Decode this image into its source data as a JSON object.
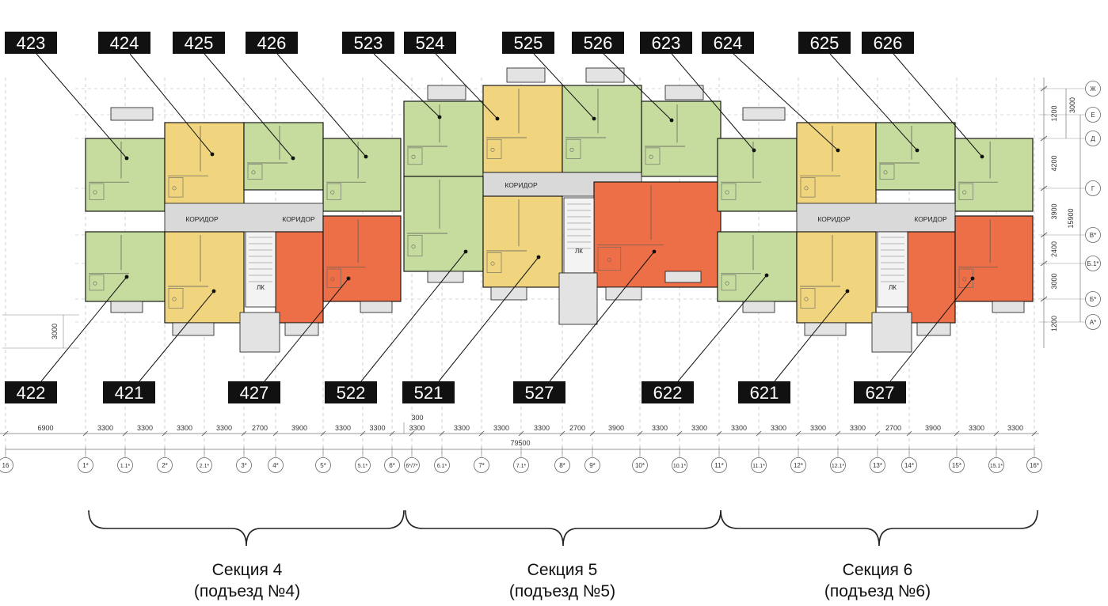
{
  "colors": {
    "studio": "#c5dc9e",
    "one_room": "#f0d57e",
    "two_room": "#ed6f47",
    "corridor": "#d9d9d9",
    "wall": "#1a1a1a",
    "balcony": "#e3e3e3",
    "grid": "#b5b5b5",
    "label_bg": "#111111",
    "label_text": "#ffffff"
  },
  "corridor_label": "КОРИДОР",
  "stair_label": "ЛК",
  "apartments": [
    {
      "number": "423",
      "color": "studio"
    },
    {
      "number": "424",
      "color": "one_room"
    },
    {
      "number": "425",
      "color": "studio"
    },
    {
      "number": "426",
      "color": "studio"
    },
    {
      "number": "422",
      "color": "studio"
    },
    {
      "number": "421",
      "color": "one_room"
    },
    {
      "number": "427",
      "color": "two_room"
    },
    {
      "number": "523",
      "color": "studio"
    },
    {
      "number": "524",
      "color": "one_room"
    },
    {
      "number": "525",
      "color": "studio"
    },
    {
      "number": "526",
      "color": "studio"
    },
    {
      "number": "522",
      "color": "studio"
    },
    {
      "number": "521",
      "color": "one_room"
    },
    {
      "number": "527",
      "color": "two_room"
    },
    {
      "number": "623",
      "color": "studio"
    },
    {
      "number": "624",
      "color": "one_room"
    },
    {
      "number": "625",
      "color": "studio"
    },
    {
      "number": "626",
      "color": "studio"
    },
    {
      "number": "622",
      "color": "studio"
    },
    {
      "number": "621",
      "color": "one_room"
    },
    {
      "number": "627",
      "color": "two_room"
    }
  ],
  "dimensions": {
    "bottom": [
      "6900",
      "3300",
      "3300",
      "3300",
      "3300",
      "2700",
      "3900",
      "3300",
      "3300",
      "3300",
      "3300",
      "3300",
      "3300",
      "2700",
      "3900",
      "3300",
      "3300",
      "3300",
      "3300",
      "3300",
      "3300",
      "2700",
      "3900",
      "3300",
      "3300"
    ],
    "total": "79500",
    "offset": "300",
    "side": [
      "1200",
      "4200",
      "3900",
      "2400",
      "3000",
      "1200"
    ],
    "side_pair": "3000",
    "side_total": "15900",
    "left_offset": "3000"
  },
  "axes": {
    "columns": [
      "16",
      "1*",
      "1.1*",
      "2*",
      "2.1*",
      "3*",
      "4*",
      "5*",
      "5.1*",
      "6*",
      "6*/7*",
      "6.1*",
      "7*",
      "7.1*",
      "8*",
      "9*",
      "10*",
      "10.1*",
      "11*",
      "11.1*",
      "12*",
      "12.1*",
      "13*",
      "14*",
      "15*",
      "15.1*",
      "16*"
    ],
    "rows": [
      "Ж",
      "Е",
      "Д",
      "Г",
      "В*",
      "Б.1*",
      "Б*",
      "А*"
    ]
  },
  "sections": [
    {
      "title": "Секция 4",
      "entrance": "(подъезд №4)"
    },
    {
      "title": "Секция 5",
      "entrance": "(подъезд №5)"
    },
    {
      "title": "Секция 6",
      "entrance": "(подъезд №6)"
    }
  ]
}
